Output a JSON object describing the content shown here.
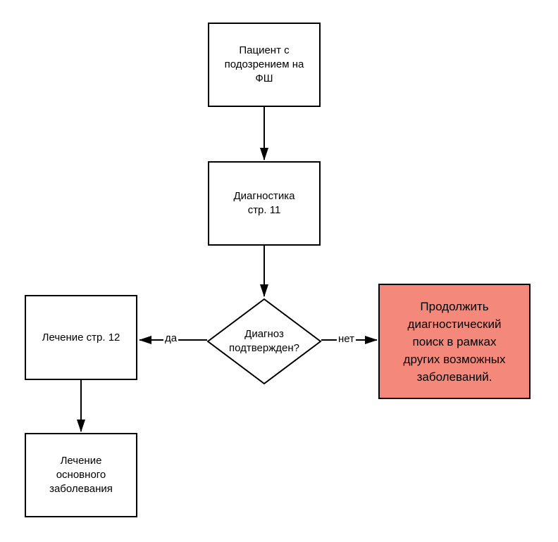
{
  "colors": {
    "node_fill": "#ffffff",
    "node_border": "#000000",
    "alert_fill": "#f4897b",
    "text": "#000000"
  },
  "nodes": {
    "patient": {
      "label": "Пациент с\nподозрением на\nФШ"
    },
    "diagnostics": {
      "label": "Диагностика\nстр. 11"
    },
    "decision": {
      "label": "Диагноз\nподтвержден?"
    },
    "treatment": {
      "label": "Лечение стр. 12"
    },
    "underlying_treatment": {
      "label": "Лечение\nосновного\nзаболевания"
    },
    "continue_search": {
      "label": "Продолжить\nдиагностический\nпоиск в рамках\nдругих возможных\nзаболеваний."
    }
  },
  "edges": {
    "yes_label": "да",
    "no_label": "нет"
  }
}
